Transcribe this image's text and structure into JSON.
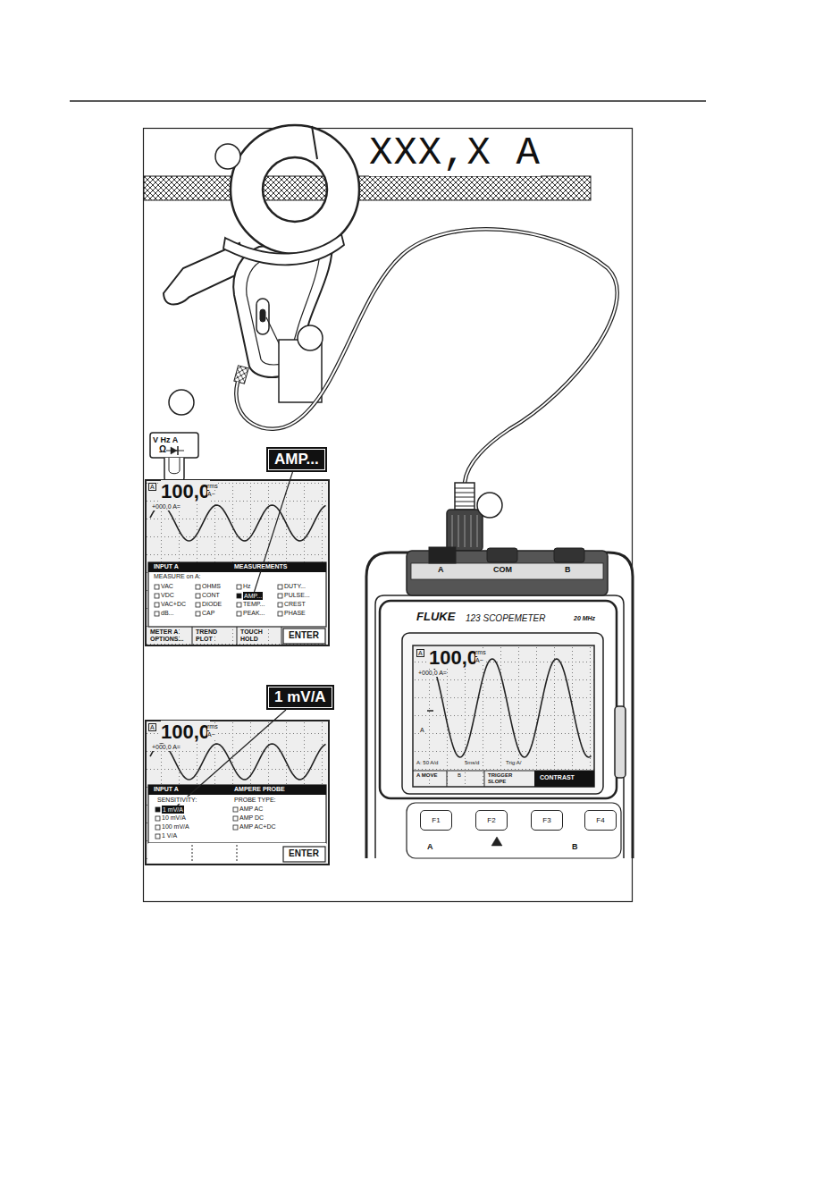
{
  "diagram": {
    "nodes": [
      {
        "text": [
          "AMP..."
        ]
      },
      {
        "text": [
          "AMP..."
        ]
      },
      {
        "text": [
          "1 mV/A"
        ]
      },
      {
        "text": [
          "1 mV/A"
        ]
      },
      {
        "text": [
          "F1"
        ]
      },
      {
        "text": [
          "F2"
        ]
      },
      {
        "text": [
          "F3"
        ]
      },
      {
        "text": [
          "F4"
        ]
      }
    ],
    "edges": [
      {
        "from": 0,
        "to": 1,
        "arrow": "none"
      },
      {
        "from": 2,
        "to": 3,
        "arrow": "none"
      }
    ],
    "labels": [
      "XXX,X A",
      "V Hz A",
      "Ω",
      "A",
      "100,0",
      "rms",
      "A~",
      "+000,0 A=",
      "INPUT A",
      "MEASUREMENTS",
      "MEASURE on A:",
      "VAC",
      "OHMS",
      "Hz",
      "DUTY...",
      "VDC",
      "CONT",
      "PULSE...",
      "VAC+DC",
      "DIODE",
      "TEMP...",
      "CREST",
      "dB...",
      "CAP",
      "PEAK...",
      "PHASE",
      "METER A OPTIONS...",
      "TREND PLOT",
      "TOUCH HOLD",
      "ENTER",
      "A",
      "100,0",
      "rms",
      "A~",
      "+000,0 A=",
      "INPUT A",
      "AMPERE PROBE",
      "SENSITIVITY:",
      "PROBE TYPE:",
      "AMP AC",
      "10 mV/A",
      "AMP DC",
      "100 mV/A",
      "AMP AC+DC",
      "1 V/A",
      "ENTER",
      "A",
      "COM",
      "B",
      "FLUKE",
      "123 SCOPEMETER",
      "20 MHz",
      "A",
      "100,0",
      "rms",
      "A~",
      "+000,0 A=",
      "A",
      "A: 50 A/d",
      "5ms/d",
      "Trig:A/",
      "A MOVE",
      "B",
      "TRIGGER SLOPE",
      "CONTRAST",
      "A",
      "B"
    ]
  }
}
